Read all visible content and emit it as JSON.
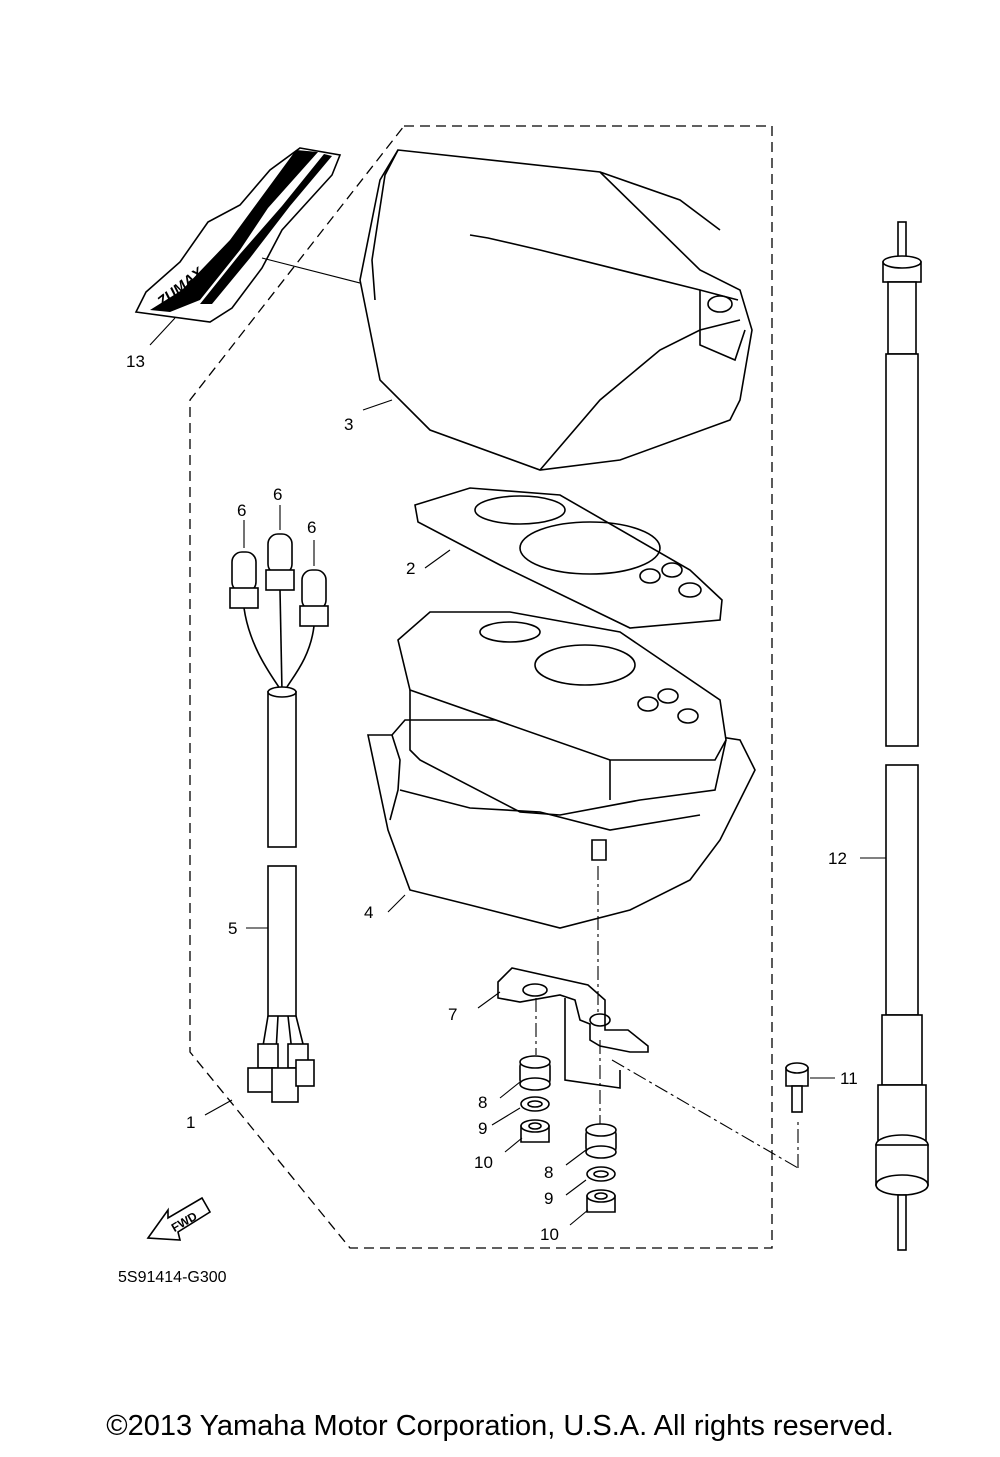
{
  "diagram": {
    "callouts": {
      "c1": "1",
      "c2": "2",
      "c3": "3",
      "c4": "4",
      "c5": "5",
      "c6a": "6",
      "c6b": "6",
      "c6c": "6",
      "c7": "7",
      "c8a": "8",
      "c8b": "8",
      "c9a": "9",
      "c9b": "9",
      "c10a": "10",
      "c10b": "10",
      "c11": "11",
      "c12": "12",
      "c13": "13"
    },
    "decal_text": "ZUMAX",
    "fwd_text": "FWD",
    "diagram_code": "5S91414-G300"
  },
  "footer": {
    "copyright": "©2013 Yamaha Motor Corporation, U.S.A. All rights reserved."
  }
}
